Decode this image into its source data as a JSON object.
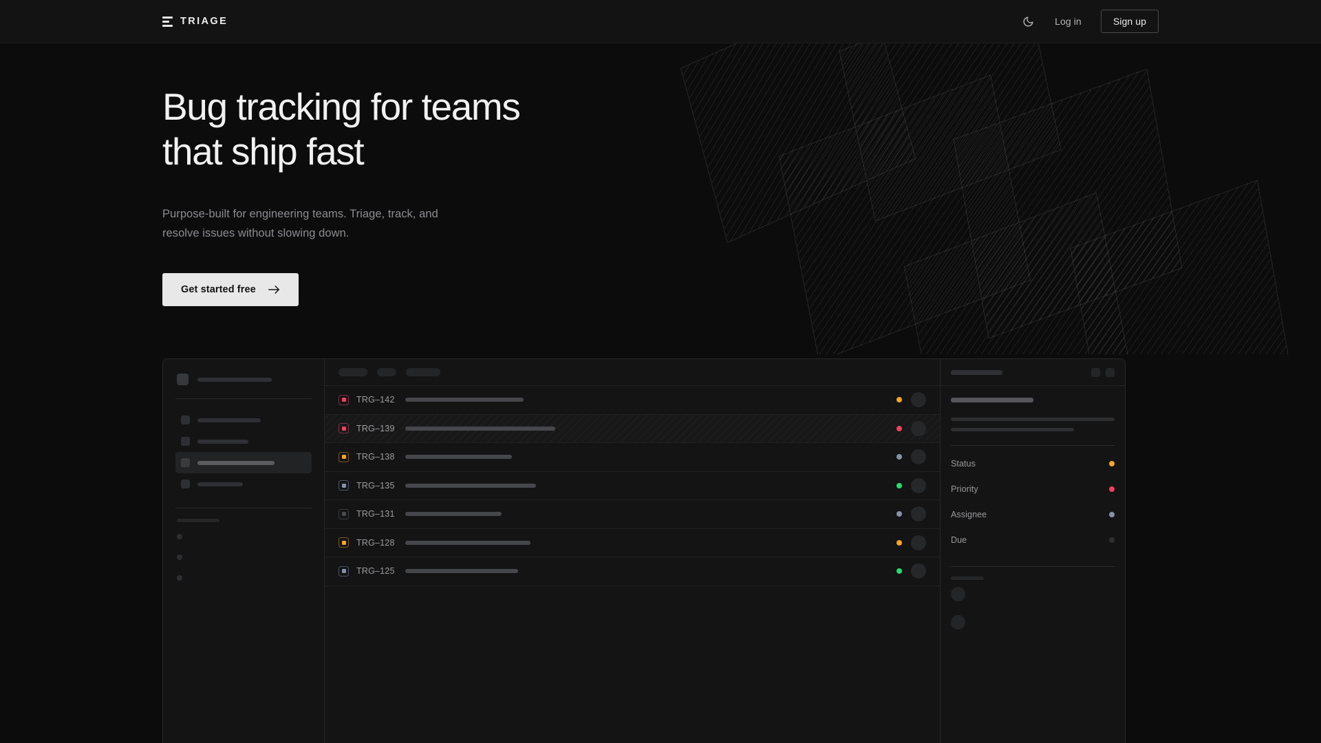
{
  "nav": {
    "brand": "TRIAGE",
    "brand_icon": "stacked-bars-logo-icon",
    "theme_toggle_icon": "moon-icon",
    "login_label": "Log in",
    "signup_label": "Sign up"
  },
  "hero": {
    "title": "Bug tracking for teams\nthat ship fast",
    "subtitle": "Purpose-built for engineering teams. Triage, track, and\nresolve issues without slowing down.",
    "cta_label": "Get started free",
    "cta_icon": "arrow-right-icon"
  },
  "colors": {
    "page_bg": "#0c0c0d",
    "nav_bg": "#131314",
    "panel_bg": "#141415",
    "border": "#262628",
    "text_primary": "#f1f1f1",
    "text_muted": "#8c8c90",
    "accent_orange": "#f5a623",
    "accent_pink": "#f43f5e",
    "accent_green": "#22e06a",
    "accent_slate": "#8592a8",
    "accent_gray": "#4a4b4e",
    "cta_bg": "#e8e8e8"
  },
  "app": {
    "sidebar": {
      "workspace": {
        "avatar_icon": "workspace-avatar",
        "name_width": 108
      },
      "nav_items": [
        {
          "icon": "nav-square-icon",
          "label_width": 92,
          "active": false
        },
        {
          "icon": "nav-square-icon",
          "label_width": 74,
          "active": false
        },
        {
          "icon": "nav-square-icon",
          "label_width": 112,
          "active": true
        },
        {
          "icon": "nav-square-icon",
          "label_width": 66,
          "active": false
        }
      ],
      "section_label_width": 62,
      "sub_items": [
        {
          "icon": "dot-icon"
        },
        {
          "icon": "dot-icon"
        },
        {
          "icon": "dot-icon"
        }
      ]
    },
    "list": {
      "toolbar_pills": [
        42,
        28,
        50
      ],
      "rows": [
        {
          "id": "TRG–142",
          "priority_color": "#f43f5e",
          "priority_border": "#7a3246",
          "title_width": 172,
          "status_color": "#f5a623",
          "selected": false
        },
        {
          "id": "TRG–139",
          "priority_color": "#f43f5e",
          "priority_border": "#7a3246",
          "title_width": 218,
          "status_color": "#f43f5e",
          "selected": true
        },
        {
          "id": "TRG–138",
          "priority_color": "#f5a623",
          "priority_border": "#7a5a24",
          "title_width": 155,
          "status_color": "#8592a8",
          "selected": false
        },
        {
          "id": "TRG–135",
          "priority_color": "#8592a8",
          "priority_border": "#4b5567",
          "title_width": 190,
          "status_color": "#22e06a",
          "selected": false
        },
        {
          "id": "TRG–131",
          "priority_color": "#4a4b4e",
          "priority_border": "#3a3b3e",
          "title_width": 140,
          "status_color": "#8592a8",
          "selected": false
        },
        {
          "id": "TRG–128",
          "priority_color": "#f5a623",
          "priority_border": "#7a5a24",
          "title_width": 182,
          "status_color": "#f5a623",
          "selected": false
        },
        {
          "id": "TRG–125",
          "priority_color": "#8592a8",
          "priority_border": "#4b5567",
          "title_width": 164,
          "status_color": "#22e06a",
          "selected": false
        }
      ]
    },
    "detail": {
      "header_bar_width": 75,
      "header_actions": [
        "action-square-icon",
        "action-square-icon"
      ],
      "title_width": 120,
      "fields": [
        {
          "label": "Status",
          "dot_color": "#f5a623"
        },
        {
          "label": "Priority",
          "dot_color": "#f43f5e"
        },
        {
          "label": "Assignee",
          "dot_color": "#8592a8"
        },
        {
          "label": "Due",
          "dot_color": "#2e2f31"
        }
      ],
      "footer_label_width": 48,
      "comments": [
        "comment-avatar",
        "comment-avatar"
      ]
    }
  }
}
